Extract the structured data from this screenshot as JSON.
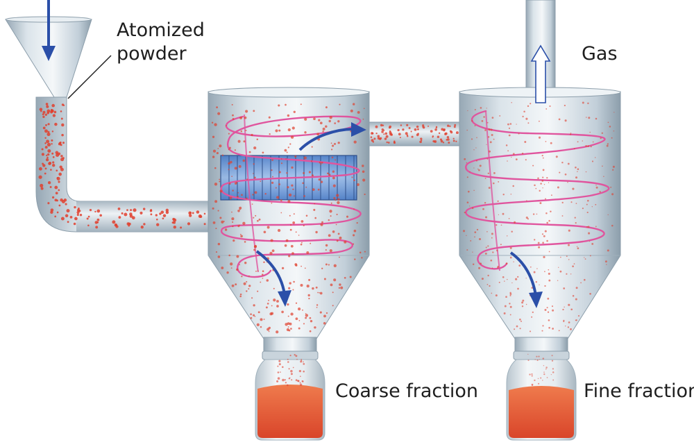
{
  "labels": {
    "atomized_line1": "Atomized",
    "atomized_line2": "powder",
    "gas": "Gas",
    "coarse_fraction": "Coarse fraction",
    "fine_fraction": "Fine fraction"
  },
  "colors": {
    "metal": "#c7d4de",
    "metal_dark": "#8fa1ae",
    "particle": "#e0402e",
    "swirl": "#e0559e",
    "flow_arrow": "#2b4fa8",
    "screen": "#5b8fd6",
    "powder": "#e8623a"
  }
}
